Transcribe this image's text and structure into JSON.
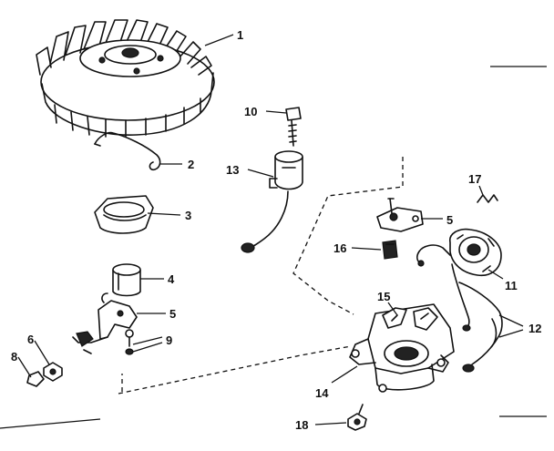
{
  "callouts": {
    "c1": "1",
    "c2": "2",
    "c3": "3",
    "c4": "4",
    "c5a": "5",
    "c5b": "5",
    "c6": "6",
    "c8": "8",
    "c9": "9",
    "c10": "10",
    "c11": "11",
    "c12": "12",
    "c13": "13",
    "c14": "14",
    "c15": "15",
    "c16": "16",
    "c17": "17",
    "c18": "18"
  },
  "icons": {
    "flywheel": "flywheel-icon",
    "spring_clip": "spring-clip-icon",
    "cam_bushing": "cam-bushing-icon",
    "sleeve": "sleeve-icon",
    "breaker_arm": "breaker-arm-icon",
    "screw": "screw-icon",
    "condenser": "condenser-icon",
    "coil": "ignition-coil-icon",
    "bracket": "bracket-icon",
    "clip": "clip-icon",
    "breaker_housing": "breaker-housing-icon",
    "wire_lead": "wire-lead-icon"
  }
}
